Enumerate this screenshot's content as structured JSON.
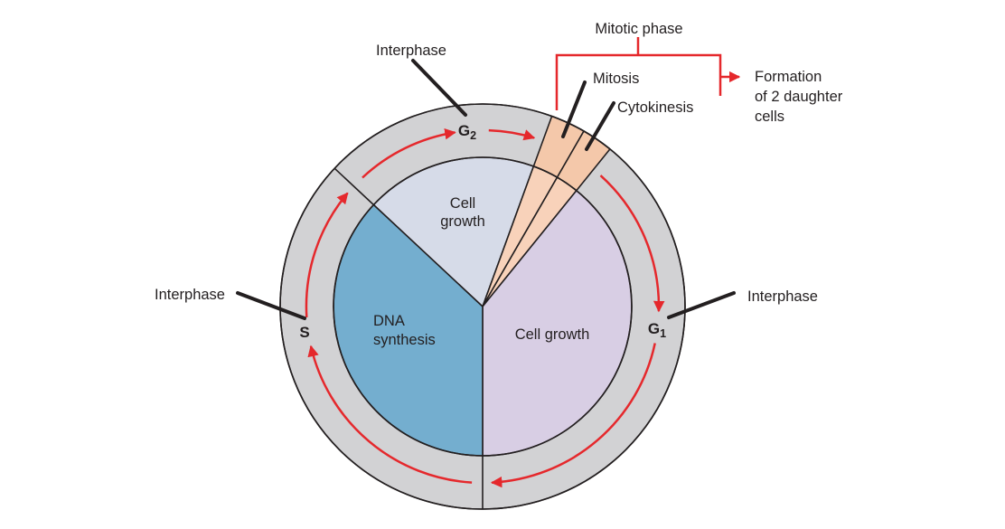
{
  "colors": {
    "ring_gray": "#d2d2d4",
    "g2_segment": "#d6dbe8",
    "s_segment": "#74aecf",
    "g1_segment": "#d8cee4",
    "wedge_ring": "#f4c8aa",
    "wedge_pie": "#f8d2ba",
    "red": "#e5282c",
    "line_black": "#231f20"
  },
  "callouts": {
    "interphase_top": "Interphase",
    "interphase_left": "Interphase",
    "interphase_right": "Interphase",
    "mitotic_phase": "Mitotic phase",
    "mitosis": "Mitosis",
    "cytokinesis": "Cytokinesis",
    "formation_line1": "Formation",
    "formation_line2": "of 2 daughter",
    "formation_line3": "cells"
  },
  "ring_labels": {
    "g2_main": "G",
    "g2_sub": "2",
    "s_main": "S",
    "g1_main": "G",
    "g1_sub": "1"
  },
  "pie_labels": {
    "g2_line1": "Cell",
    "g2_line2": "growth",
    "s_line1": "DNA",
    "s_line2": "synthesis",
    "g1_label": "Cell growth"
  }
}
